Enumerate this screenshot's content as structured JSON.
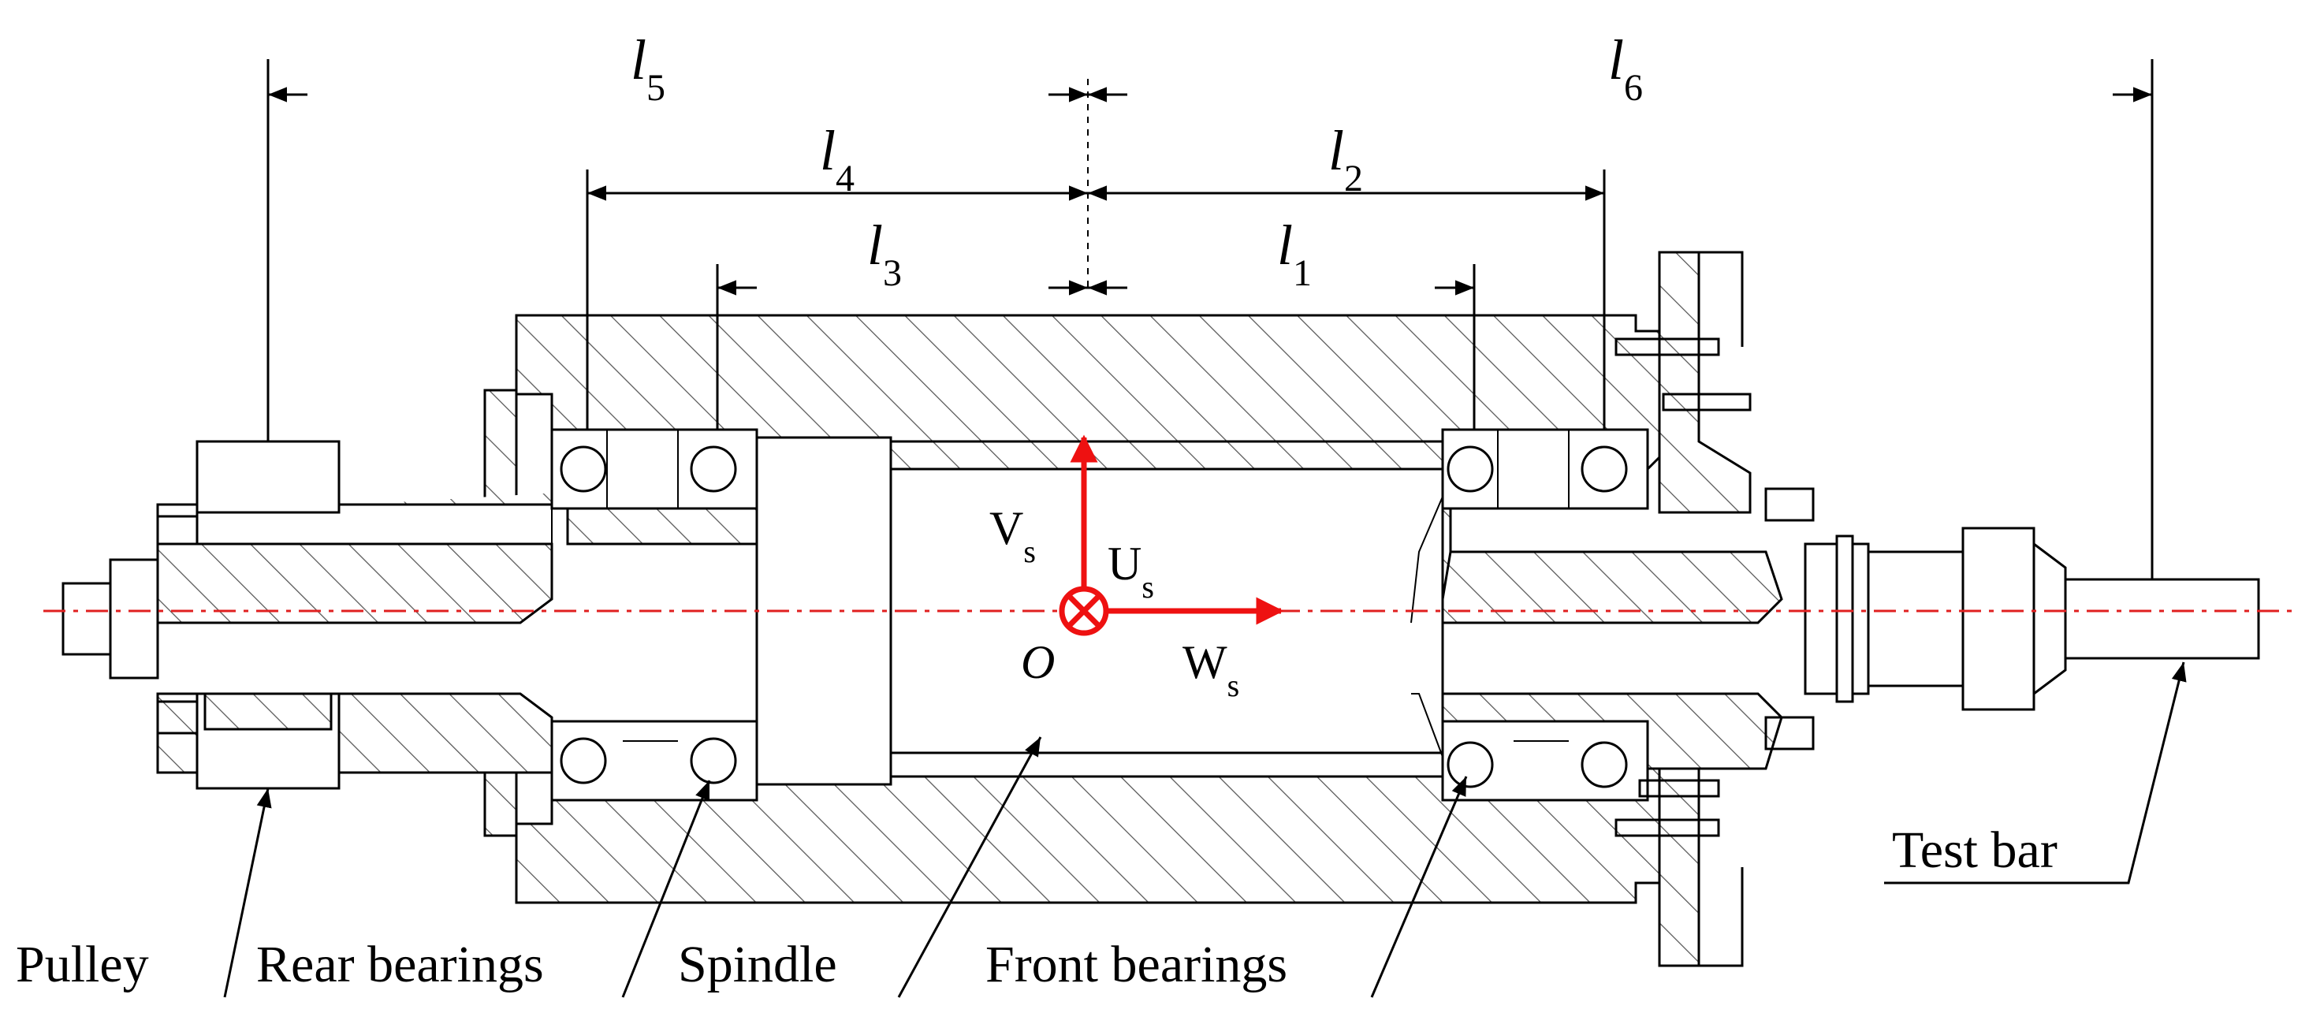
{
  "labels": {
    "pulley": "Pulley",
    "rear_bearings": "Rear bearings",
    "spindle": "Spindle",
    "front_bearings": "Front bearings",
    "test_bar": "Test bar"
  },
  "dimensions": {
    "l1": "l",
    "l1_sub": "1",
    "l2": "l",
    "l2_sub": "2",
    "l3": "l",
    "l3_sub": "3",
    "l4": "l",
    "l4_sub": "4",
    "l5": "l",
    "l5_sub": "5",
    "l6": "l",
    "l6_sub": "6"
  },
  "axes": {
    "origin": "O",
    "v": "V",
    "v_sub": "s",
    "u": "U",
    "u_sub": "s",
    "w": "W",
    "w_sub": "s"
  },
  "colors": {
    "axis_arrows": "#ee1111",
    "centerline": "#e02020",
    "lines": "#000000"
  }
}
